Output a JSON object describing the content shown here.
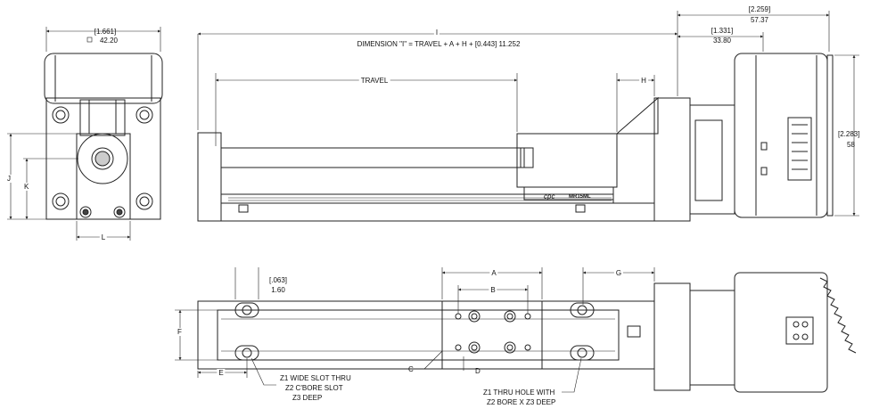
{
  "dims": {
    "w_in": "[1.661]",
    "w_mm": "42.20",
    "i": "I",
    "i_formula": "DIMENSION \"I\" = TRAVEL + A + H + [0.443] 11.252",
    "travel": "TRAVEL",
    "h": "H",
    "motor_in": "[2.259]",
    "motor_mm": "57.37",
    "stub_in": "[1.331]",
    "stub_mm": "33.80",
    "height_in": "[2.283]",
    "height_mm": "58",
    "j": "J",
    "k": "K",
    "l": "L",
    "slot_in": "[.063]",
    "slot_mm": "1.60",
    "a": "A",
    "b": "B",
    "c": "C",
    "d": "D",
    "e": "E",
    "f": "F",
    "g": "G"
  },
  "notes": {
    "slot_1": "Z1 WIDE SLOT THRU",
    "slot_2": "Z2 C'BORE SLOT",
    "slot_3": "Z3 DEEP",
    "hole_1": "Z1 THRU HOLE WITH",
    "hole_2": "Z2 BORE X Z3 DEEP"
  },
  "carriage_brand": "cpc",
  "carriage_model": "MR15ML"
}
